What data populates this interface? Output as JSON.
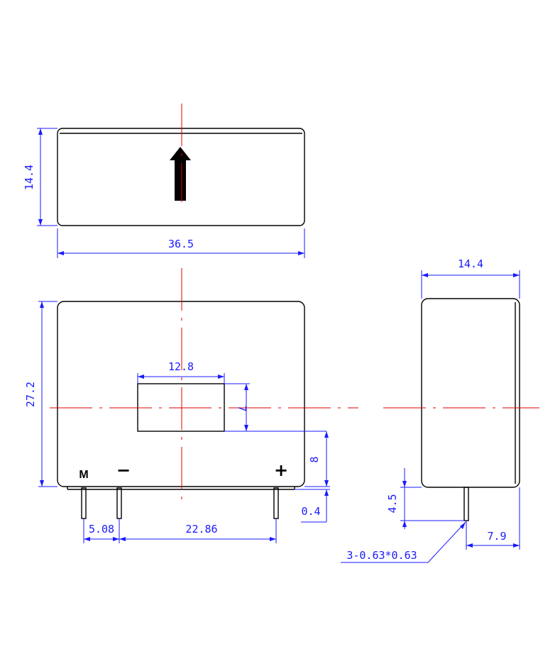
{
  "dimensions": {
    "top_height": "14.4",
    "top_width": "36.5",
    "front_height": "27.2",
    "hole_width": "12.8",
    "hole_height": "7",
    "hole_to_bottom": "8",
    "standoff": "0.4",
    "pin_pitch_m": "5.08",
    "pin_pitch_main": "22.86",
    "side_width": "14.4",
    "pin_length": "4.5",
    "pin_offset": "7.9",
    "pin_spec": "3-0.63*0.63"
  },
  "pins": {
    "m_label": "M",
    "minus_label": "−",
    "plus_label": "+"
  },
  "colors": {
    "outline": "#000000",
    "dimension": "#1a1aff",
    "centerline": "#e00000"
  }
}
